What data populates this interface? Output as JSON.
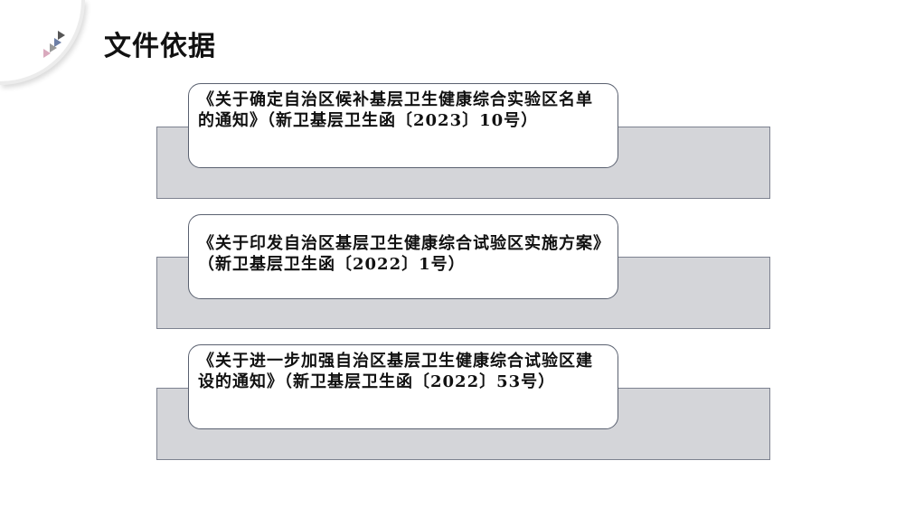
{
  "title": "文件依据",
  "documents": [
    {
      "text": "《关于确定自治区候补基层卫生健康综合实验区名单的通知》（新卫基层卫生函〔2023〕10号）"
    },
    {
      "text": "《关于印发自治区基层卫生健康综合试验区实施方案》（新卫基层卫生函〔2022〕1号）"
    },
    {
      "text": "《关于进一步加强自治区基层卫生健康综合试验区建设的通知》（新卫基层卫生函〔2022〕53号）"
    }
  ]
}
